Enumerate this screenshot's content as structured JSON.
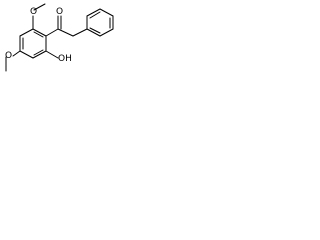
{
  "structure": {
    "atoms": {
      "carbonyl_oxygen": "O",
      "top_methoxy_oxygen": "O",
      "bottom_methoxy_oxygen": "O",
      "hydroxyl": "OH"
    }
  }
}
